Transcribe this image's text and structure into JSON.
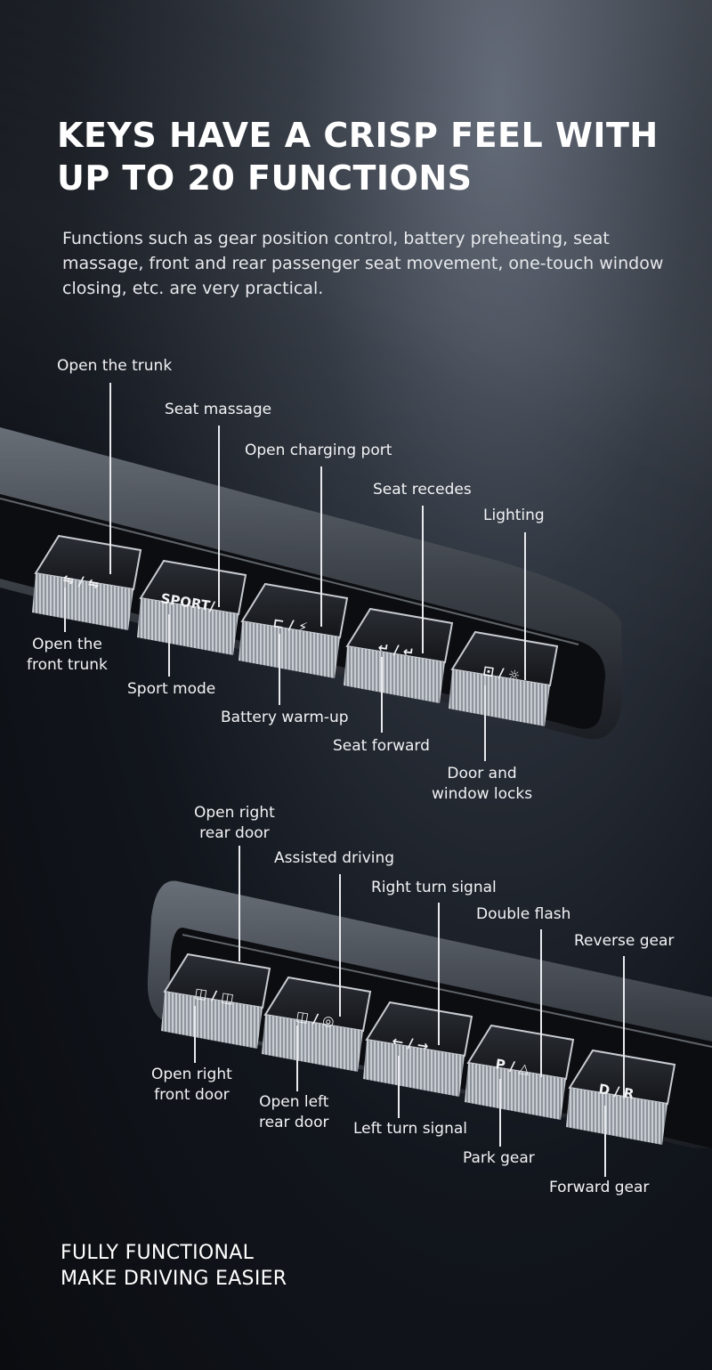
{
  "headline": {
    "line1": "KEYS HAVE A CRISP FEEL WITH",
    "line2": "UP TO 20 FUNCTIONS"
  },
  "intro": "Functions such as gear position control, battery preheating, seat massage, front and rear passenger seat movement, one-touch window closing, etc. are very practical.",
  "panel_top": {
    "labels_above": [
      "Open the trunk",
      "Seat massage",
      "Open charging port",
      "Seat recedes",
      "Lighting"
    ],
    "labels_below": [
      {
        "line1": "Open the",
        "line2": "front trunk"
      },
      {
        "line1": "Sport mode",
        "line2": ""
      },
      {
        "line1": "Battery warm-up",
        "line2": ""
      },
      {
        "line1": "Seat forward",
        "line2": ""
      },
      {
        "line1": "Door and",
        "line2": "window locks"
      }
    ],
    "key_glyphs": [
      "⇋ / ⇋",
      "SPORT/",
      "⊏ / ⚡",
      "↵ / ↵",
      "⊡ / ☼"
    ]
  },
  "panel_bottom": {
    "labels_above": [
      {
        "line1": "Open right",
        "line2": "rear door"
      },
      {
        "line1": "Assisted driving",
        "line2": ""
      },
      {
        "line1": "Right turn signal",
        "line2": ""
      },
      {
        "line1": "Double flash",
        "line2": ""
      },
      {
        "line1": "Reverse gear",
        "line2": ""
      }
    ],
    "labels_below": [
      {
        "line1": "Open right",
        "line2": "front door"
      },
      {
        "line1": "Open left",
        "line2": "rear door"
      },
      {
        "line1": "Left turn signal",
        "line2": ""
      },
      {
        "line1": "Park gear",
        "line2": ""
      },
      {
        "line1": "Forward gear",
        "line2": ""
      }
    ],
    "key_glyphs": [
      "◫ / ◫",
      "◫ / ◎",
      "← / →",
      "P / △",
      "D / R"
    ]
  },
  "footer": {
    "line1": "FULLY FUNCTIONAL",
    "line2": "MAKE DRIVING EASIER"
  }
}
